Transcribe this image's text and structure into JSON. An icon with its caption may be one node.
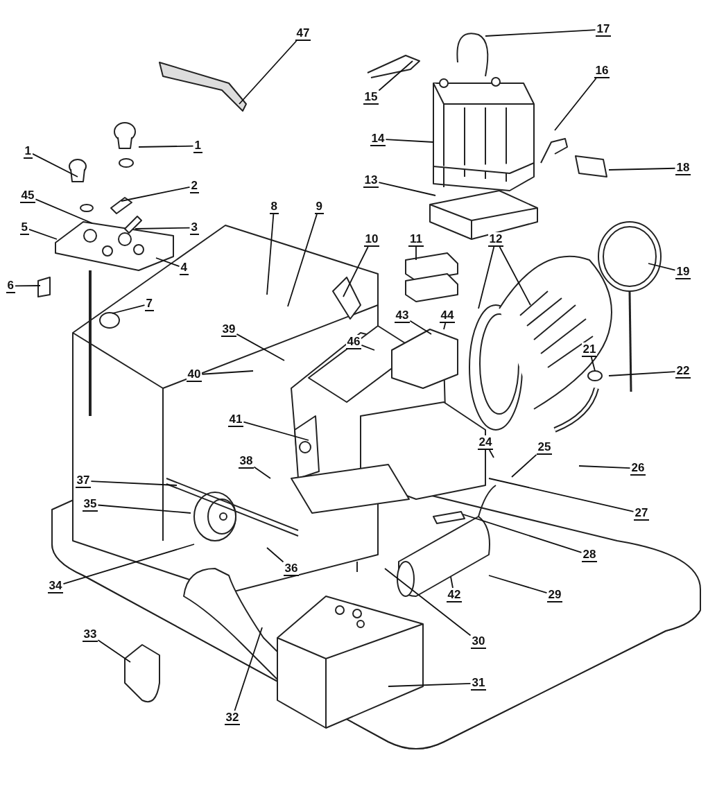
{
  "diagram": {
    "nodes": [
      {
        "text": [
          "17"
        ]
      },
      {
        "text": [
          "47"
        ]
      },
      {
        "text": [
          "16"
        ]
      },
      {
        "text": [
          "15"
        ]
      },
      {
        "text": [
          "14"
        ]
      },
      {
        "text": [
          "1"
        ]
      },
      {
        "text": [
          "1"
        ]
      },
      {
        "text": [
          "18"
        ]
      },
      {
        "text": [
          "13"
        ]
      },
      {
        "text": [
          "2"
        ]
      },
      {
        "text": [
          "45"
        ]
      },
      {
        "text": [
          "8"
        ]
      },
      {
        "text": [
          "9"
        ]
      },
      {
        "text": [
          "3"
        ]
      },
      {
        "text": [
          "5"
        ]
      },
      {
        "text": [
          "10"
        ]
      },
      {
        "text": [
          "11"
        ]
      },
      {
        "text": [
          "12"
        ]
      },
      {
        "text": [
          "4"
        ]
      },
      {
        "text": [
          "19"
        ]
      },
      {
        "text": [
          "6"
        ]
      },
      {
        "text": [
          "7"
        ]
      },
      {
        "text": [
          "43"
        ]
      },
      {
        "text": [
          "44"
        ]
      },
      {
        "text": [
          "39"
        ]
      },
      {
        "text": [
          "46"
        ]
      },
      {
        "text": [
          "21"
        ]
      },
      {
        "text": [
          "22"
        ]
      },
      {
        "text": [
          "40"
        ]
      },
      {
        "text": [
          "41"
        ]
      },
      {
        "text": [
          "24"
        ]
      },
      {
        "text": [
          "25"
        ]
      },
      {
        "text": [
          "38"
        ]
      },
      {
        "text": [
          "26"
        ]
      },
      {
        "text": [
          "37"
        ]
      },
      {
        "text": [
          "35"
        ]
      },
      {
        "text": [
          "27"
        ]
      },
      {
        "text": [
          "28"
        ]
      },
      {
        "text": [
          "36"
        ]
      },
      {
        "text": [
          "34"
        ]
      },
      {
        "text": [
          "42"
        ]
      },
      {
        "text": [
          "29"
        ]
      },
      {
        "text": [
          "33"
        ]
      },
      {
        "text": [
          "30"
        ]
      },
      {
        "text": [
          "31"
        ]
      },
      {
        "text": [
          "32"
        ]
      }
    ],
    "edges": [
      {
        "from": 0,
        "to": null,
        "arrow": "none"
      },
      {
        "from": 1,
        "to": null,
        "arrow": "none"
      },
      {
        "from": 2,
        "to": null,
        "arrow": "none"
      },
      {
        "from": 3,
        "to": null,
        "arrow": "none"
      },
      {
        "from": 4,
        "to": null,
        "arrow": "none"
      },
      {
        "from": 5,
        "to": null,
        "arrow": "none"
      },
      {
        "from": 6,
        "to": null,
        "arrow": "none"
      },
      {
        "from": 7,
        "to": null,
        "arrow": "none"
      },
      {
        "from": 8,
        "to": null,
        "arrow": "none"
      },
      {
        "from": 9,
        "to": null,
        "arrow": "none"
      },
      {
        "from": 10,
        "to": null,
        "arrow": "none"
      },
      {
        "from": 11,
        "to": null,
        "arrow": "none"
      },
      {
        "from": 12,
        "to": null,
        "arrow": "none"
      },
      {
        "from": 13,
        "to": null,
        "arrow": "none"
      },
      {
        "from": 14,
        "to": null,
        "arrow": "none"
      },
      {
        "from": 15,
        "to": null,
        "arrow": "none"
      },
      {
        "from": 16,
        "to": null,
        "arrow": "none"
      },
      {
        "from": 17,
        "to": null,
        "arrow": "none"
      },
      {
        "from": 17,
        "to": null,
        "arrow": "none"
      },
      {
        "from": 18,
        "to": null,
        "arrow": "none"
      },
      {
        "from": 19,
        "to": null,
        "arrow": "none"
      },
      {
        "from": 20,
        "to": null,
        "arrow": "none"
      },
      {
        "from": 21,
        "to": null,
        "arrow": "none"
      },
      {
        "from": 22,
        "to": null,
        "arrow": "none"
      },
      {
        "from": 23,
        "to": null,
        "arrow": "none"
      },
      {
        "from": 24,
        "to": null,
        "arrow": "none"
      },
      {
        "from": 25,
        "to": null,
        "arrow": "none"
      },
      {
        "from": 26,
        "to": null,
        "arrow": "none"
      },
      {
        "from": 27,
        "to": null,
        "arrow": "none"
      },
      {
        "from": 28,
        "to": null,
        "arrow": "none"
      },
      {
        "from": 29,
        "to": null,
        "arrow": "none"
      },
      {
        "from": 30,
        "to": null,
        "arrow": "none"
      },
      {
        "from": 31,
        "to": null,
        "arrow": "none"
      },
      {
        "from": 32,
        "to": null,
        "arrow": "none"
      },
      {
        "from": 33,
        "to": null,
        "arrow": "none"
      },
      {
        "from": 34,
        "to": null,
        "arrow": "none"
      },
      {
        "from": 35,
        "to": null,
        "arrow": "none"
      },
      {
        "from": 36,
        "to": null,
        "arrow": "none"
      },
      {
        "from": 37,
        "to": null,
        "arrow": "none"
      },
      {
        "from": 38,
        "to": null,
        "arrow": "none"
      },
      {
        "from": 39,
        "to": null,
        "arrow": "none"
      },
      {
        "from": 40,
        "to": null,
        "arrow": "none"
      },
      {
        "from": 41,
        "to": null,
        "arrow": "none"
      },
      {
        "from": 42,
        "to": null,
        "arrow": "none"
      },
      {
        "from": 43,
        "to": null,
        "arrow": "none"
      },
      {
        "from": 44,
        "to": null,
        "arrow": "none"
      },
      {
        "from": 45,
        "to": null,
        "arrow": "none"
      }
    ]
  }
}
